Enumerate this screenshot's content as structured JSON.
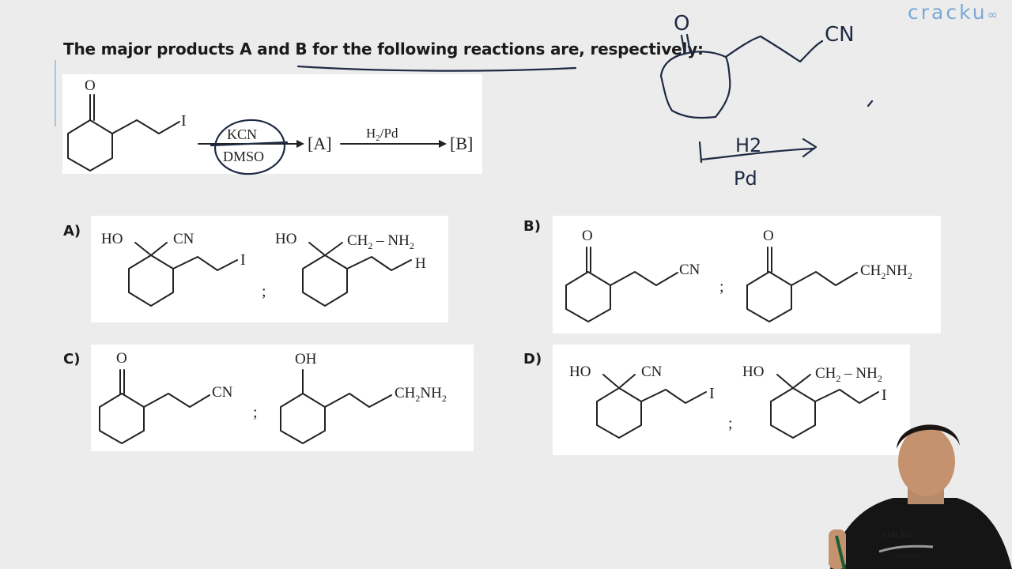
{
  "question": "The major products A and B for the following reactions are, respectively:",
  "brand": {
    "logo_text": "cracku",
    "shirt_text": "cracku",
    "shirt_subtext": "LOADING"
  },
  "reaction": {
    "reactant_O": "O",
    "reactant_I": "I",
    "reagent_top": "KCN",
    "reagent_bottom": "DMSO",
    "product_a": "[A]",
    "reagent2": "H",
    "reagent2_sub": "2",
    "reagent2_rest": "/Pd",
    "product_b": "[B]"
  },
  "options": [
    {
      "label": "A)",
      "left": {
        "t1": "HO",
        "t2": "CN",
        "t3": "I"
      },
      "sep": ";",
      "right": {
        "t1": "HO",
        "t2": "CH",
        "t2sub": "2",
        "t2rest": " – NH",
        "t2sub2": "2",
        "t3": "H"
      }
    },
    {
      "label": "B)",
      "left": {
        "t1": "O",
        "t2": "CN"
      },
      "sep": ";",
      "right": {
        "t1": "O",
        "t2": "CH",
        "t2sub": "2",
        "t2rest": "NH",
        "t2sub2": "2"
      }
    },
    {
      "label": "C)",
      "left": {
        "t1": "O",
        "t2": "CN"
      },
      "sep": ";",
      "right": {
        "t1": "OH",
        "t2": "CH",
        "t2sub": "2",
        "t2rest": "NH",
        "t2sub2": "2"
      }
    },
    {
      "label": "D)",
      "left": {
        "t1": "HO",
        "t2": "CN",
        "t3": "I"
      },
      "sep": ";",
      "right": {
        "t1": "HO",
        "t2": "CH",
        "t2sub": "2",
        "t2rest": " – NH",
        "t2sub2": "2",
        "t3": "I"
      }
    }
  ],
  "handwriting": {
    "o": "O",
    "cn": "CN",
    "h2": "H2",
    "pd": "Pd"
  }
}
